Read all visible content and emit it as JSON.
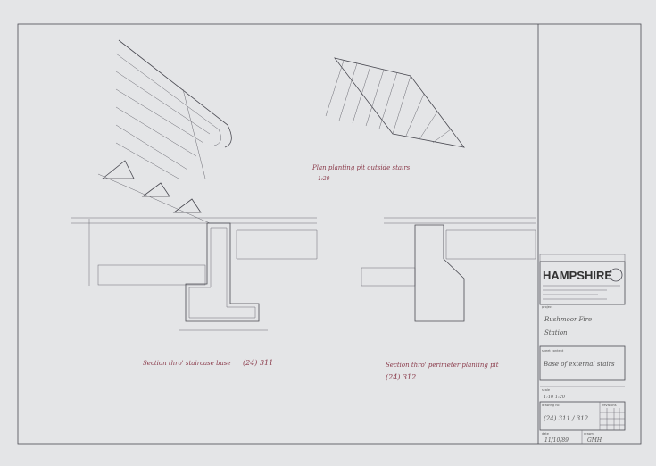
{
  "drawing": {
    "plan_title": "Plan planting pit outside stairs",
    "plan_scale": "1:20",
    "section1_title": "Section thro' staircase base",
    "section1_ref": "(24) 311",
    "section2_title": "Section thro' perimeter planting pit",
    "section2_ref": "(24) 312"
  },
  "title_block": {
    "logo": "HAMPSHIRE",
    "project_label": "project",
    "project_line1": "Rushmoor Fire",
    "project_line2": "Station",
    "sheet_content_label": "sheet content",
    "sheet_content": "Base of external stairs",
    "scale_label": "scale",
    "scale": "1:10   1:20",
    "drawing_no_label": "drawing no",
    "drawing_no": "(24) 311 / 312",
    "revisions_label": "revisions",
    "date_label": "date",
    "date": "11/10/89",
    "drawn_label": "drawn",
    "drawn": "GMH"
  },
  "colors": {
    "paper": "#e4e5e7",
    "ink": "#4a4a52",
    "red_ink": "#8a3a4a"
  }
}
